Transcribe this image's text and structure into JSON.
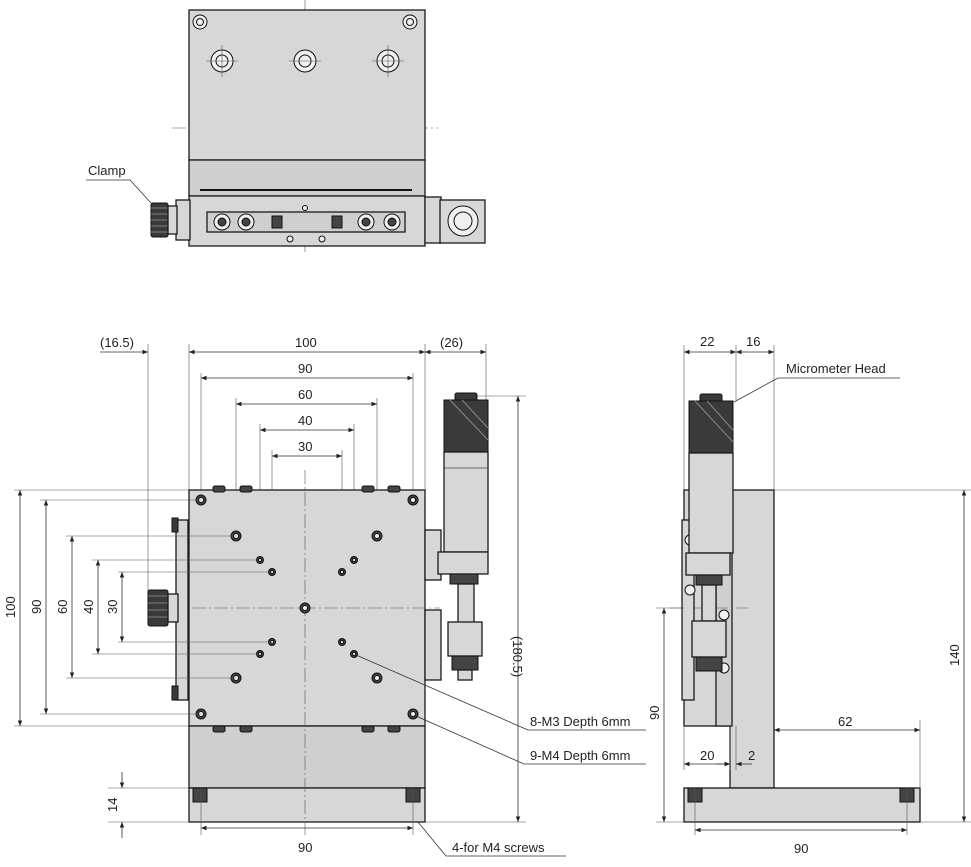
{
  "top_view": {
    "clamp_label": "Clamp"
  },
  "front_view": {
    "dim_16_5": "(16.5)",
    "dim_100_top": "100",
    "dim_26": "(26)",
    "dim_90_top": "90",
    "dim_60_top": "60",
    "dim_40_top": "40",
    "dim_30_top": "30",
    "dim_100_left": "100",
    "dim_90_left": "90",
    "dim_60_left": "60",
    "dim_40_left": "40",
    "dim_30_left": "30",
    "dim_180_5": "(180.5)",
    "dim_14": "14",
    "dim_90_bottom": "90",
    "callout_m3": "8-M3 Depth 6mm",
    "callout_m4": "9-M4 Depth 6mm",
    "callout_screws": "4-for M4 screws"
  },
  "side_view": {
    "dim_22": "22",
    "dim_16": "16",
    "micrometer_label": "Micrometer Head",
    "dim_140": "140",
    "dim_90_left": "90",
    "dim_62": "62",
    "dim_20": "20",
    "dim_2": "2",
    "dim_90_bottom": "90"
  }
}
